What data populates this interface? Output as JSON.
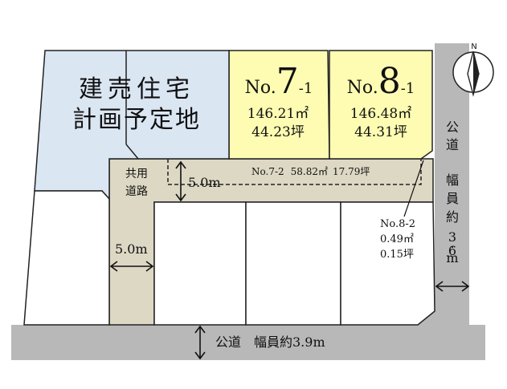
{
  "colors": {
    "road": "#b8b8b8",
    "shared_path": "#ddd8c4",
    "lot_yellow": "#fdfcb2",
    "lot_blue": "#dbe6f3",
    "outline": "#222222"
  },
  "planned_area": {
    "line1": "建売住宅",
    "line2": "計画予定地"
  },
  "lot7": {
    "no_prefix": "No.",
    "no_num": "7",
    "no_suffix": "-1",
    "area_m2": "146.21㎡",
    "area_tsubo": "44.23坪"
  },
  "lot8": {
    "no_prefix": "No.",
    "no_num": "8",
    "no_suffix": "-1",
    "area_m2": "146.48㎡",
    "area_tsubo": "44.31坪"
  },
  "strip72": {
    "label": "No.7-2",
    "area_m2": "58.82㎡",
    "area_tsubo": "17.79坪"
  },
  "lot82": {
    "label": "No.8-2",
    "area_m2": "0.49㎡",
    "area_tsubo": "0.15坪"
  },
  "shared_road": {
    "line1": "共用",
    "line2": "道路",
    "width_horizontal": "5.0m",
    "width_vertical": "5.0m"
  },
  "public_road_bottom": {
    "label": "公道　幅員約3.9m"
  },
  "public_road_right": {
    "chars": [
      "公",
      "道",
      "",
      "幅",
      "員",
      "約",
      "3",
      ".",
      "6",
      "m"
    ]
  },
  "compass": {
    "north": "N",
    "icon": "compass-north-icon"
  }
}
